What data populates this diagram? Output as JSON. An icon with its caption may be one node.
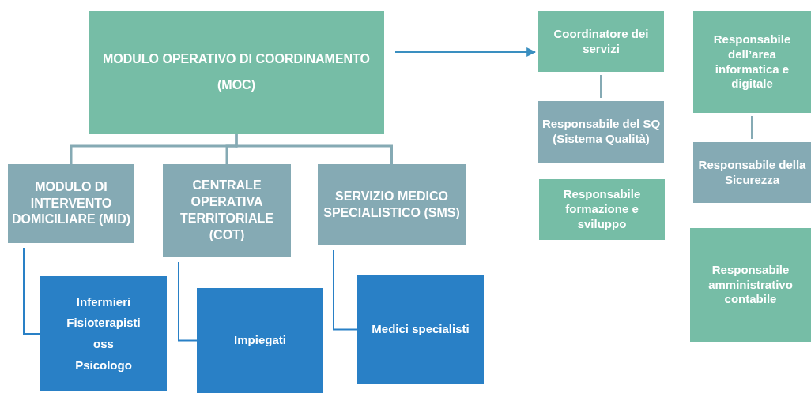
{
  "diagram": {
    "nodes": [
      {
        "text": [
          "MODULO OPERATIVO DI COORDINAMENTO",
          "(MOC)"
        ]
      },
      {
        "text": [
          "MODULO DI INTERVENTO DOMICILIARE (MID)"
        ]
      },
      {
        "text": [
          "CENTRALE OPERATIVA TERRITORIALE (COT)"
        ]
      },
      {
        "text": [
          "SERVIZIO MEDICO SPECIALISTICO (SMS)"
        ]
      },
      {
        "text": [
          "Infermieri",
          "Fisioterapisti",
          "oss",
          "Psicologo"
        ]
      },
      {
        "text": [
          "Impiegati"
        ]
      },
      {
        "text": [
          "Medici specialisti"
        ]
      },
      {
        "text": [
          "Coordinatore dei servizi"
        ]
      },
      {
        "text": [
          "Responsabile del SQ (Sistema Qualità)"
        ]
      },
      {
        "text": [
          "Responsabile formazione e sviluppo"
        ]
      },
      {
        "text": [
          "Responsabile dell’area informatica e digitale"
        ]
      },
      {
        "text": [
          "Responsabile della Sicurezza"
        ]
      },
      {
        "text": [
          "Responsabile amministrativo contabile"
        ]
      }
    ],
    "edges": [
      {
        "from": 0,
        "to": 1,
        "arrow": "none"
      },
      {
        "from": 0,
        "to": 2,
        "arrow": "none"
      },
      {
        "from": 0,
        "to": 3,
        "arrow": "none"
      },
      {
        "from": 1,
        "to": 4,
        "arrow": "none",
        "color": "#2980c6"
      },
      {
        "from": 2,
        "to": 5,
        "arrow": "none",
        "color": "#2980c6"
      },
      {
        "from": 3,
        "to": 6,
        "arrow": "none",
        "color": "#2980c6"
      },
      {
        "from": 0,
        "to": 7,
        "arrow": "to",
        "color": "#3a8fc0"
      },
      {
        "from": 7,
        "to": 8,
        "arrow": "none"
      },
      {
        "from": 10,
        "to": 11,
        "arrow": "none"
      }
    ]
  }
}
